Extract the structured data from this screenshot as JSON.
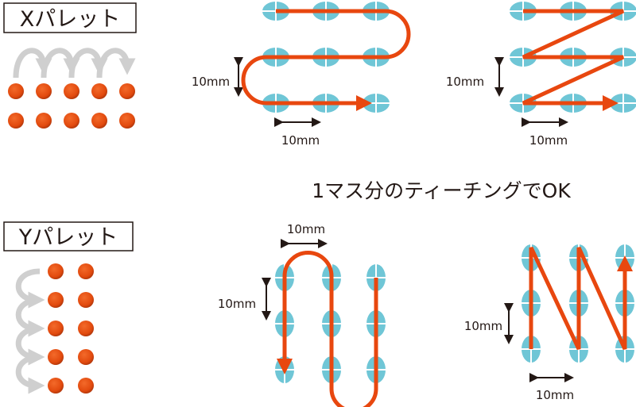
{
  "x_palette": {
    "title": "Xパレット"
  },
  "y_palette": {
    "title": "Yパレット"
  },
  "caption": "1マス分のティーチングでOK",
  "dimensions": {
    "x_serp_v": "10mm",
    "x_serp_h": "10mm",
    "x_zig_v": "10mm",
    "x_zig_h": "10mm",
    "y_serp_h": "10mm",
    "y_serp_v": "10mm",
    "y_zig_v": "10mm",
    "y_zig_h": "10mm"
  },
  "colors": {
    "path": "#e8470f",
    "pad": "#6fc6d6",
    "dot": "#e24a0e",
    "arc": "#cfcfcf"
  }
}
